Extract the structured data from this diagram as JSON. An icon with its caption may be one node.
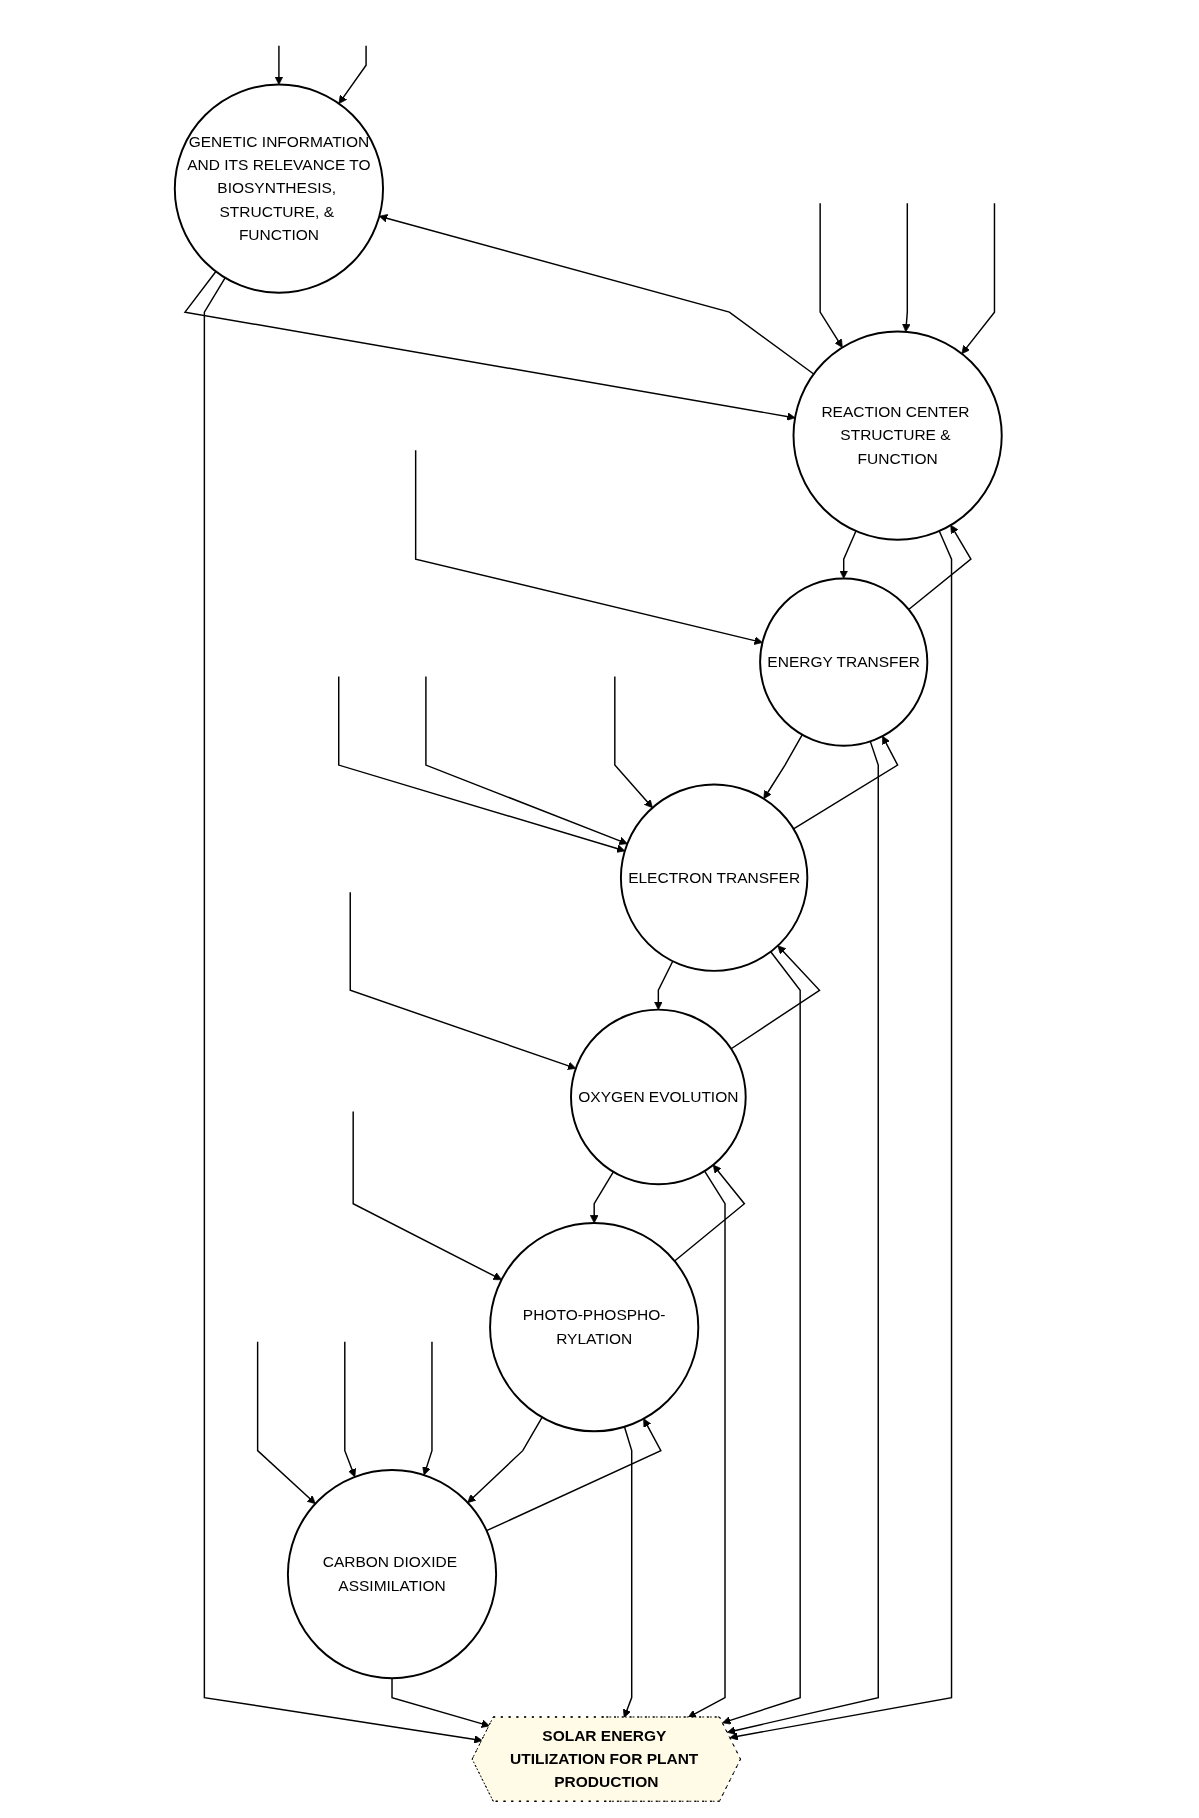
{
  "diagram": {
    "nodes": [
      {
        "text": [
          "GENETIC INFORMATION",
          "AND ITS RELEVANCE TO",
          "BIOSYNTHESIS, STRUCTURE, & FUNCTION"
        ]
      },
      {
        "text": [
          "REACTION CENTER STRUCTURE & FUNCTION"
        ]
      },
      {
        "text": [
          "ENERGY TRANSFER"
        ]
      },
      {
        "text": [
          "ELECTRON TRANSFER"
        ]
      },
      {
        "text": [
          "OXYGEN EVOLUTION"
        ]
      },
      {
        "text": [
          "PHOTO-PHOSPHO-RYLATION"
        ]
      },
      {
        "text": [
          "CARBON DIOXIDE ASSIMILATION"
        ]
      },
      {
        "text": [
          "SOLAR ENERGY UTILIZATION FOR PLANT PRODUCTION"
        ]
      }
    ],
    "edges": [
      {
        "from": null,
        "to": 0,
        "arrow": "to"
      },
      {
        "from": null,
        "to": 0,
        "arrow": "to"
      },
      {
        "from": null,
        "to": 1,
        "arrow": "to"
      },
      {
        "from": null,
        "to": 1,
        "arrow": "to"
      },
      {
        "from": null,
        "to": 1,
        "arrow": "to"
      },
      {
        "from": null,
        "to": 2,
        "arrow": "to"
      },
      {
        "from": null,
        "to": 3,
        "arrow": "to"
      },
      {
        "from": null,
        "to": 3,
        "arrow": "to"
      },
      {
        "from": null,
        "to": 3,
        "arrow": "to"
      },
      {
        "from": null,
        "to": 4,
        "arrow": "to"
      },
      {
        "from": null,
        "to": 5,
        "arrow": "to"
      },
      {
        "from": null,
        "to": 6,
        "arrow": "to"
      },
      {
        "from": null,
        "to": 6,
        "arrow": "to"
      },
      {
        "from": null,
        "to": 6,
        "arrow": "to"
      },
      {
        "from": 0,
        "to": 1,
        "arrow": "to"
      },
      {
        "from": 1,
        "to": 0,
        "arrow": "to"
      },
      {
        "from": 1,
        "to": 2,
        "arrow": "to"
      },
      {
        "from": 2,
        "to": 1,
        "arrow": "to"
      },
      {
        "from": 2,
        "to": 3,
        "arrow": "to"
      },
      {
        "from": 3,
        "to": 2,
        "arrow": "to"
      },
      {
        "from": 3,
        "to": 4,
        "arrow": "to"
      },
      {
        "from": 4,
        "to": 3,
        "arrow": "to"
      },
      {
        "from": 4,
        "to": 5,
        "arrow": "to"
      },
      {
        "from": 5,
        "to": 4,
        "arrow": "to"
      },
      {
        "from": 5,
        "to": 6,
        "arrow": "to"
      },
      {
        "from": 6,
        "to": 5,
        "arrow": "to"
      },
      {
        "from": 0,
        "to": 7,
        "arrow": "to"
      },
      {
        "from": 1,
        "to": 7,
        "arrow": "to"
      },
      {
        "from": 2,
        "to": 7,
        "arrow": "to"
      },
      {
        "from": 3,
        "to": 7,
        "arrow": "to"
      },
      {
        "from": 4,
        "to": 7,
        "arrow": "to"
      },
      {
        "from": 5,
        "to": 7,
        "arrow": "to"
      },
      {
        "from": 6,
        "to": 7,
        "arrow": "to"
      }
    ]
  }
}
